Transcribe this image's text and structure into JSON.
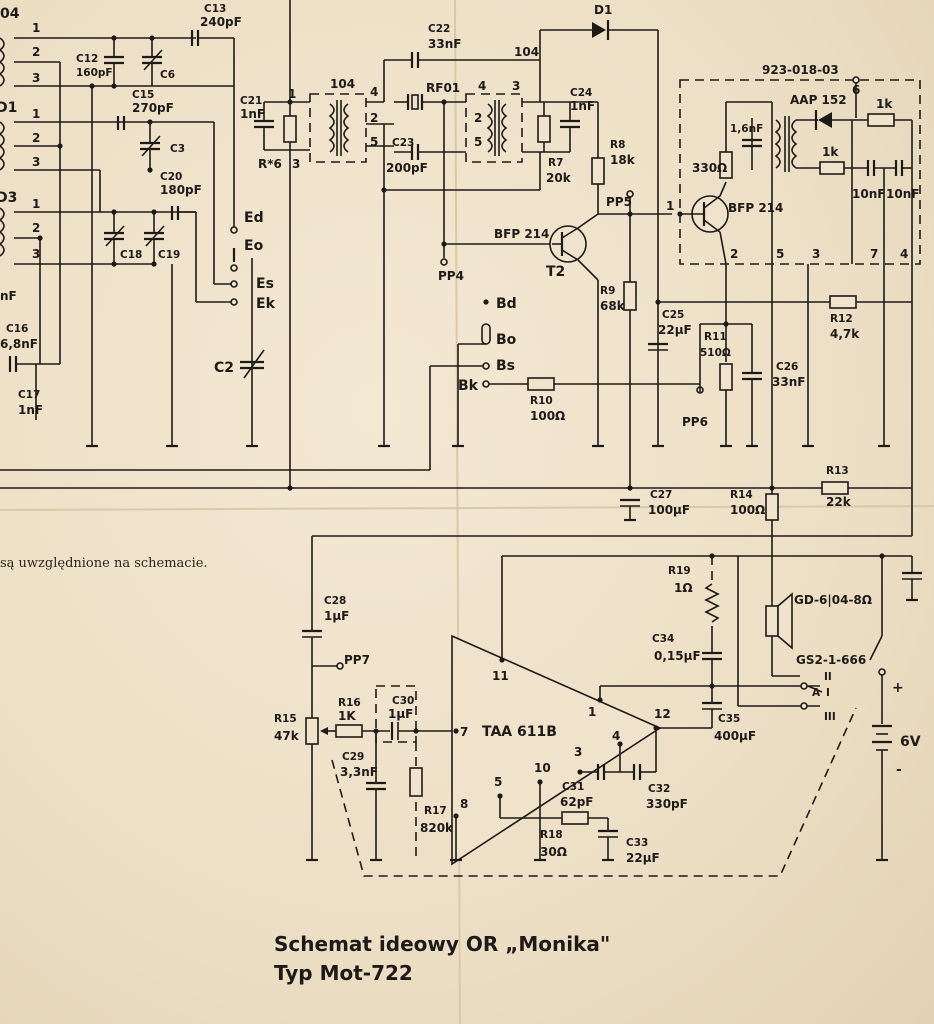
{
  "caption": {
    "line1": "Schemat ideowy OR „Monika\"",
    "line2": "Typ Mot-722"
  },
  "note": "są uwzględnione na schemacie.",
  "module": {
    "code": "923-018-03"
  },
  "components": {
    "C4_frag": "04",
    "C12": "C12",
    "C12_val": "160pF",
    "C13": "C13",
    "C13_val": "240pF",
    "C6": "C6",
    "C15": "C15",
    "C15_val": "270pF",
    "C3": "C3",
    "C20": "C20",
    "C20_val": "180pF",
    "C18": "C18",
    "C19": "C19",
    "C16": "C16",
    "C16_val": "6,8nF",
    "C17": "C17",
    "C17_val": "1nF",
    "C2": "C2",
    "C21": "C21",
    "C21_val": "1nF",
    "R6": "R*6",
    "L104a": "104",
    "C22": "C22",
    "C22_val": "33nF",
    "L104b": "104",
    "RF01": "RF01",
    "C23": "C23",
    "C23_val": "200pF",
    "C24": "C24",
    "C24_val": "1nF",
    "R7": "R7",
    "R7_val": "20k",
    "R8": "R8",
    "R8_val": "18k",
    "D1": "D1",
    "PP5": "PP5",
    "PP4": "PP4",
    "T2_type": "BFP 214",
    "T2": "T2",
    "R9": "R9",
    "R9_val": "68k",
    "C25": "C25",
    "C25_val": "22μF",
    "R11": "R11",
    "R11_val": "510Ω",
    "C26": "C26",
    "C26_val": "33nF",
    "PP6": "PP6",
    "R12": "R12",
    "R12_val": "4,7k",
    "R10": "R10",
    "R10_val": "100Ω",
    "C27": "C27",
    "C27_val": "100μF",
    "R14": "R14",
    "R14_val": "100Ω",
    "R13": "R13",
    "R13_val": "22k",
    "C_16nF": "1,6nF",
    "R_330": "330Ω",
    "T_mod": "BFP 214",
    "AAP": "AAP 152",
    "R_1k_a": "1k",
    "R_1k_b": "1k",
    "C_10nF_a": "10nF",
    "C_10nF_b": "10nF",
    "C28": "C28",
    "C28_val": "1μF",
    "PP7": "PP7",
    "R15": "R15",
    "R15_val": "47k",
    "R16": "R16",
    "R16_val": "1K",
    "C30": "C30",
    "C30_val": "1μF",
    "C29": "C29",
    "C29_val": "3,3nF",
    "R17": "R17",
    "R17_val": "820k",
    "IC": "TAA 611B",
    "R18": "R18",
    "R18_val": "30Ω",
    "C31": "C31",
    "C31_val": "62pF",
    "C32": "C32",
    "C32_val": "330pF",
    "C33": "C33",
    "C33_val": "22μF",
    "R19": "R19",
    "R19_val": "1Ω",
    "C34": "C34",
    "C34_val": "0,15μF",
    "C35": "C35",
    "C35_val": "400μF",
    "speaker": "GD-6|04-8Ω",
    "jack": "GS2-1-666",
    "battery": "6V",
    "plus": "+",
    "minus": "-"
  },
  "switch": {
    "Ed": "Ed",
    "Eo": "Eo",
    "Es": "Es",
    "Ek": "Ek",
    "Bd": "Bd",
    "Bo": "Bo",
    "Bs": "Bs",
    "Bk": "Bk"
  },
  "pins": {
    "p1a": "1",
    "p2a": "2",
    "p3a": "3",
    "p1b": "1",
    "p2b": "2",
    "p3b": "3",
    "p1c": "1",
    "p2c": "2",
    "p3c": "3",
    "t1": "1",
    "t3": "3",
    "t4": "4",
    "t2": "2",
    "t5": "5",
    "u4": "4",
    "u3": "3",
    "u2": "2",
    "u5": "5",
    "m6": "6",
    "m1": "1",
    "m2": "2",
    "m5": "5",
    "m3": "3",
    "m7": "7",
    "m4": "4",
    "ic11": "11",
    "ic1": "1",
    "ic12": "12",
    "ic7": "7",
    "ic4": "4",
    "ic3": "3",
    "ic10": "10",
    "ic5": "5",
    "ic8": "8",
    "jII": "II",
    "jI": "I",
    "jIII": "III",
    "jA": "A"
  },
  "coil_labels": {
    "D1a": "D1",
    "D3a": "D3",
    "nF": "nF"
  }
}
